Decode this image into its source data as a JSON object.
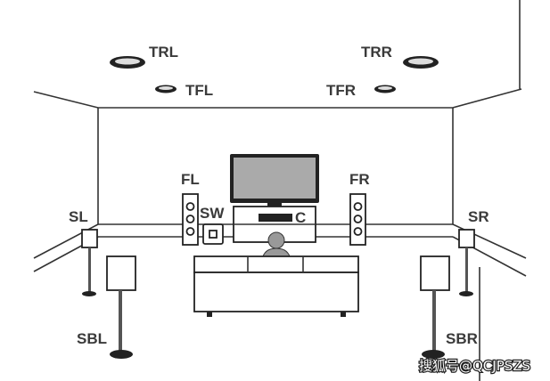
{
  "labels": {
    "trl": "TRL",
    "tfl": "TFL",
    "tfr": "TFR",
    "trr": "TRR",
    "fl": "FL",
    "fr": "FR",
    "sw": "SW",
    "c": "C",
    "sl": "SL",
    "sr": "SR",
    "sbl": "SBL",
    "sbr": "SBR"
  },
  "watermark": "搜狐号@QCJPSZS",
  "colors": {
    "label": "#3a3a3a",
    "line": "#333333"
  }
}
